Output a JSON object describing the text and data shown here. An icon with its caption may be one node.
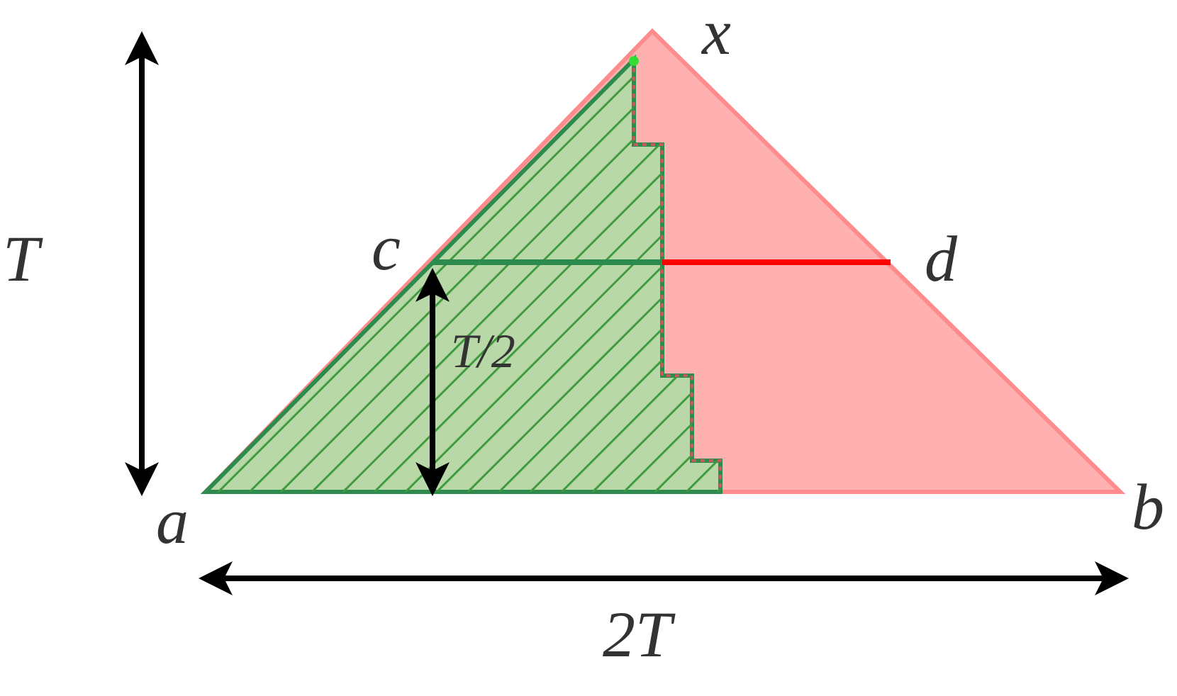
{
  "diagram": {
    "labels": [
      "x",
      "T",
      "c",
      "d",
      "T/2",
      "a",
      "b",
      "2T"
    ]
  }
}
